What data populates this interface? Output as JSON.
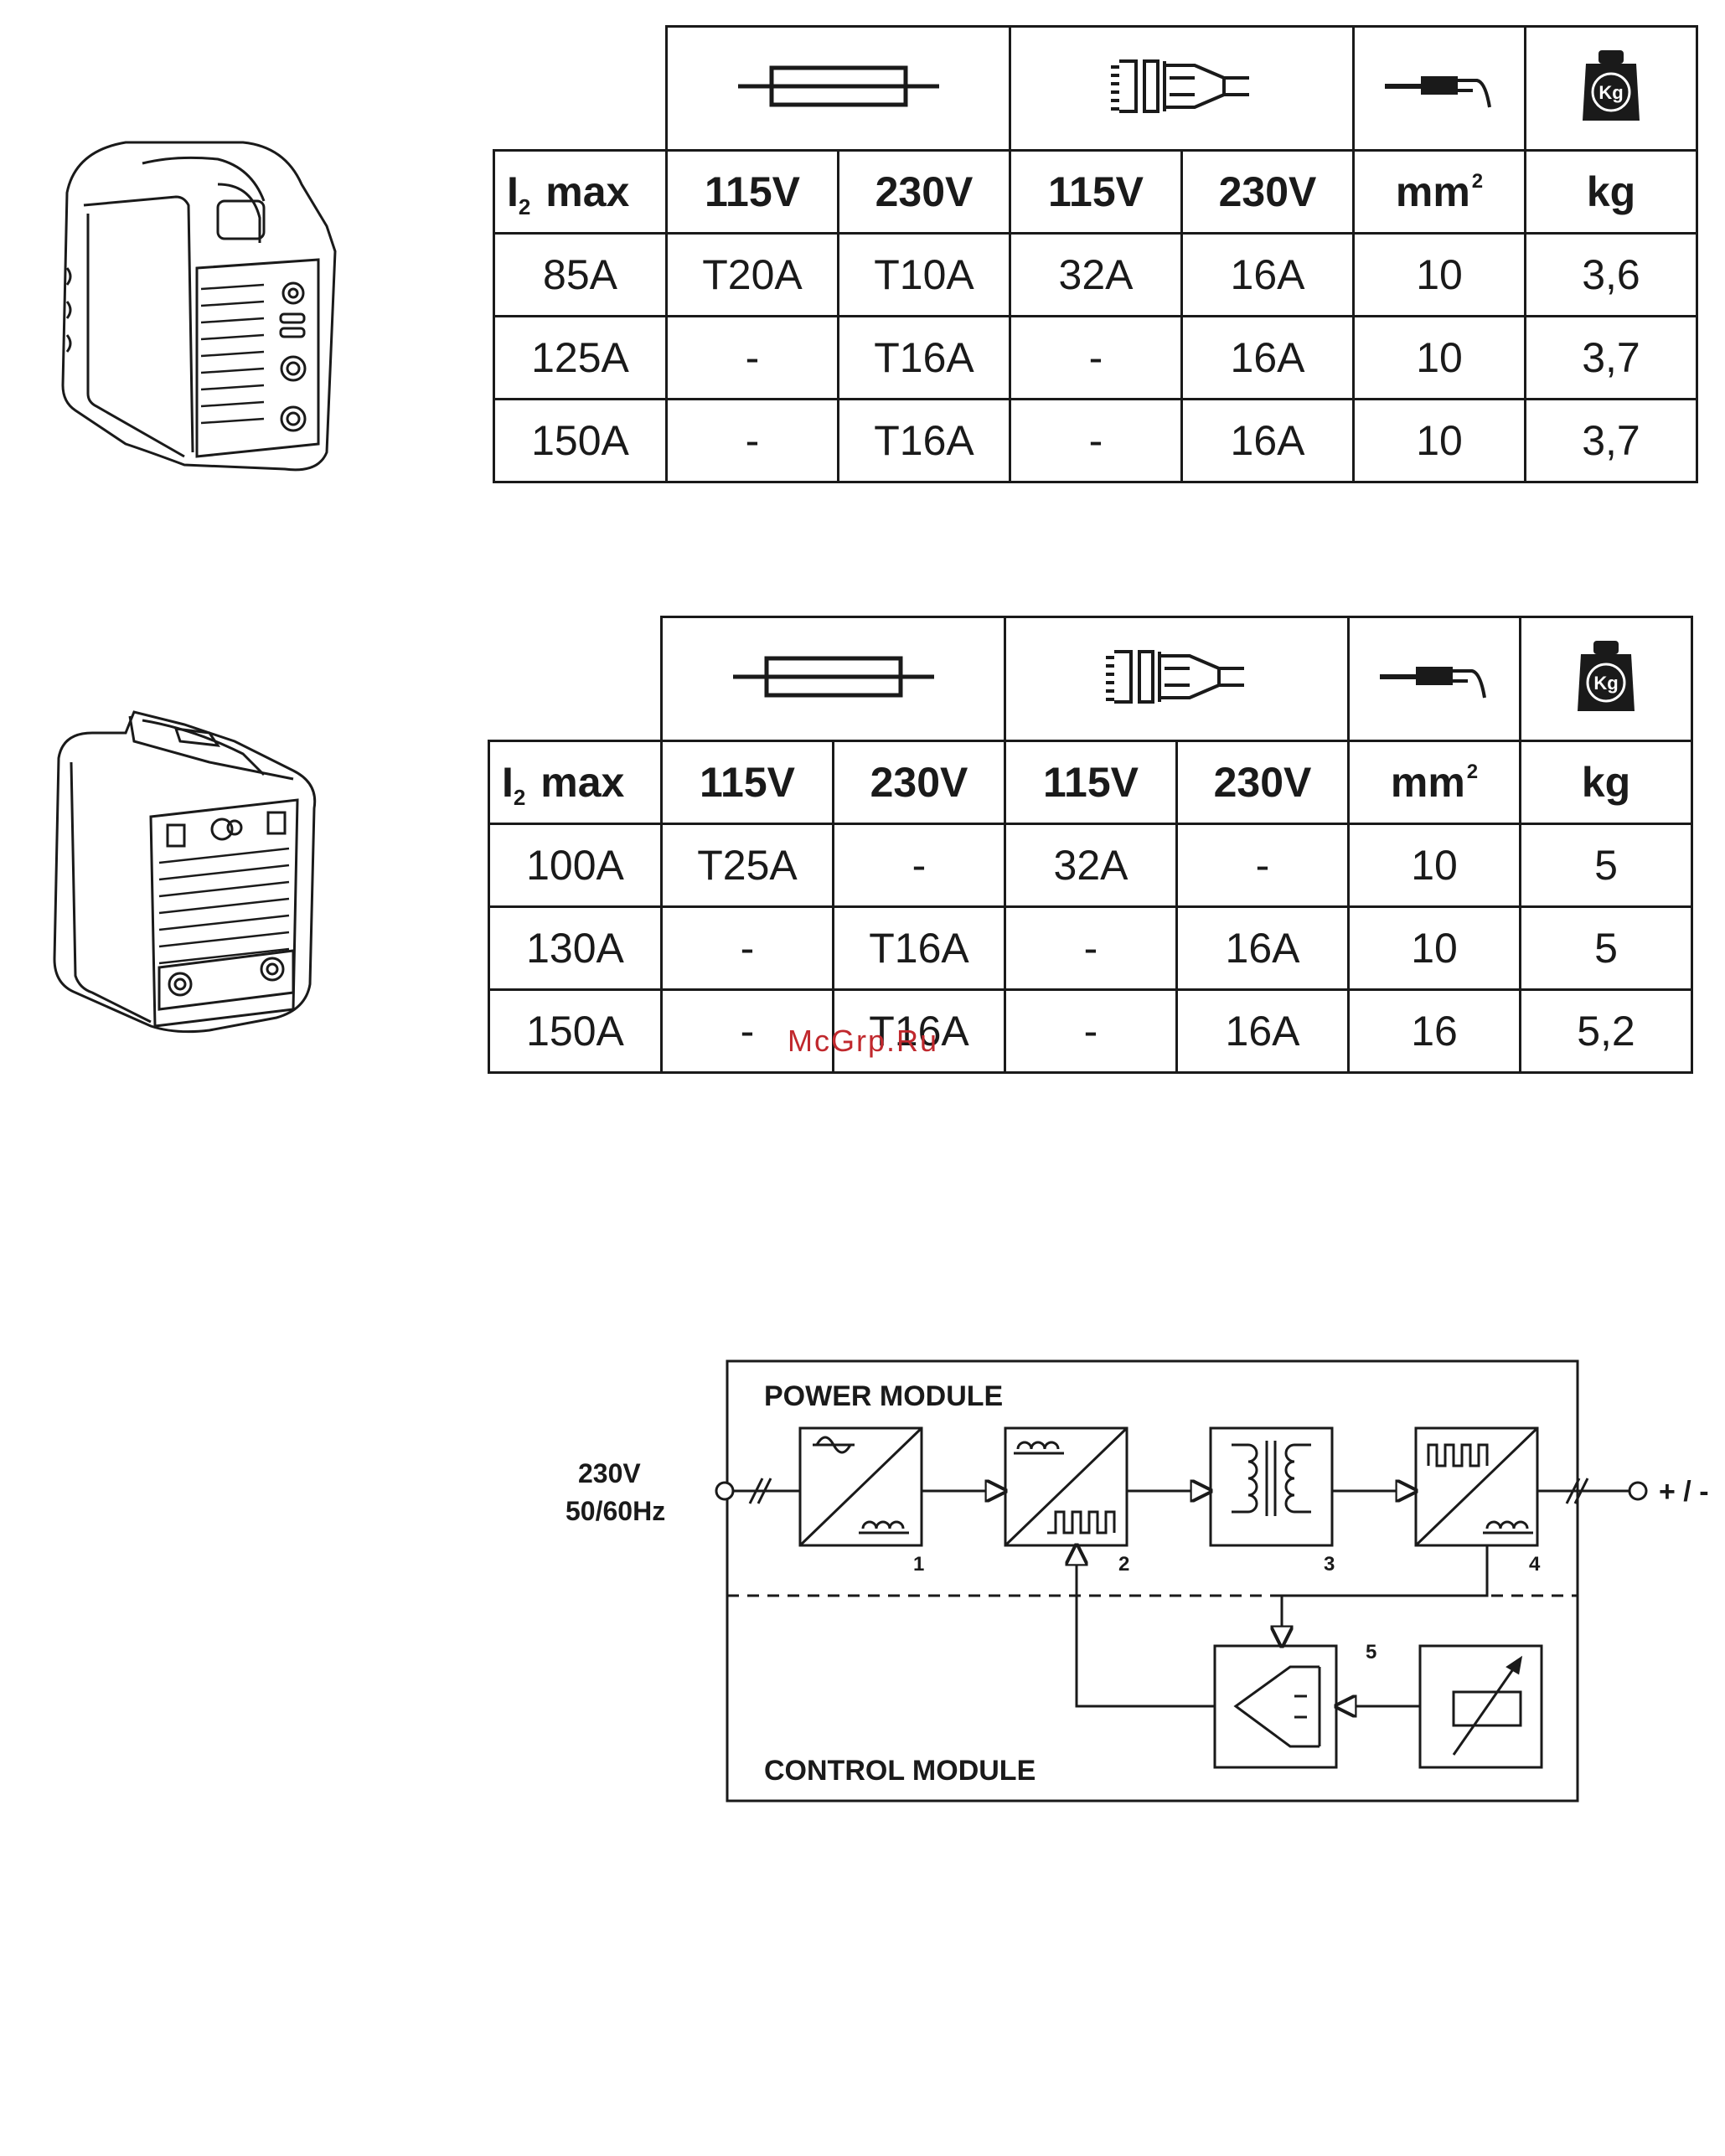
{
  "table1": {
    "headers": {
      "i2_max": "I",
      "i2_sub": "2",
      "i2_rest": " max",
      "fuse_115": "115V",
      "fuse_230": "230V",
      "plug_115": "115V",
      "plug_230": "230V",
      "cable": "mm",
      "cable_sup": "2",
      "weight": "kg"
    },
    "rows": [
      {
        "i2": "85A",
        "fuse_115": "T20A",
        "fuse_230": "T10A",
        "plug_115": "32A",
        "plug_230": "16A",
        "cable": "10",
        "weight": "3,6"
      },
      {
        "i2": "125A",
        "fuse_115": "-",
        "fuse_230": "T16A",
        "plug_115": "-",
        "plug_230": "16A",
        "cable": "10",
        "weight": "3,7"
      },
      {
        "i2": "150A",
        "fuse_115": "-",
        "fuse_230": "T16A",
        "plug_115": "-",
        "plug_230": "16A",
        "cable": "10",
        "weight": "3,7"
      }
    ]
  },
  "table2": {
    "headers": {
      "i2_max": "I",
      "i2_sub": "2",
      "i2_rest": " max",
      "fuse_115": "115V",
      "fuse_230": "230V",
      "plug_115": "115V",
      "plug_230": "230V",
      "cable": "mm",
      "cable_sup": "2",
      "weight": "kg"
    },
    "rows": [
      {
        "i2": "100A",
        "fuse_115": "T25A",
        "fuse_230": "-",
        "plug_115": "32A",
        "plug_230": "-",
        "cable": "10",
        "weight": "5"
      },
      {
        "i2": "130A",
        "fuse_115": "-",
        "fuse_230": "T16A",
        "plug_115": "-",
        "plug_230": "16A",
        "cable": "10",
        "weight": "5"
      },
      {
        "i2": "150A",
        "fuse_115": "-",
        "fuse_230": "T16A",
        "plug_115": "-",
        "plug_230": "16A",
        "cable": "16",
        "weight": "5,2"
      }
    ]
  },
  "icons": {
    "fuse": "fuse-icon",
    "plug": "mains-plug-icon",
    "cable": "welding-cable-icon",
    "weight": "weight-kg-icon",
    "weight_label": "Kg"
  },
  "watermark": "McGrp.Ru",
  "diagram": {
    "power_module": "POWER MODULE",
    "control_module": "CONTROL MODULE",
    "input_voltage": "230V",
    "input_freq": "50/60Hz",
    "output": "+ / -",
    "blocks": [
      "1",
      "2",
      "3",
      "4",
      "5"
    ]
  }
}
